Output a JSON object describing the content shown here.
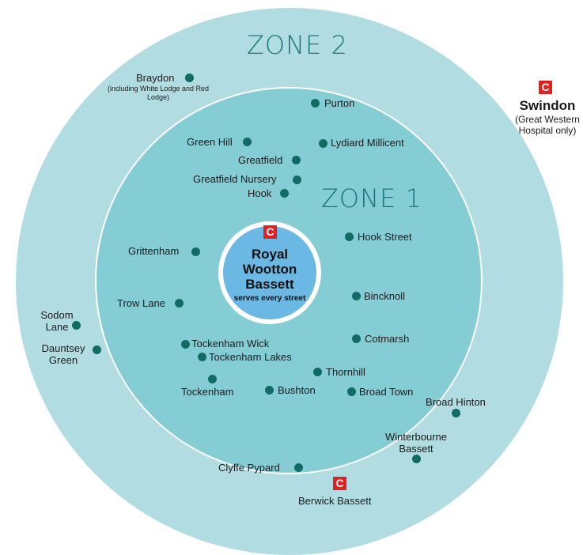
{
  "zones": {
    "zone2": "ZONE 2",
    "zone1": "ZONE 1"
  },
  "center": {
    "badge": "C",
    "name": "Royal Wootton Bassett",
    "note": "serves every street"
  },
  "swindon": {
    "badge": "C",
    "name": "Swindon",
    "note": "(Great Western Hospital only)"
  },
  "berwick": {
    "badge": "C",
    "name": "Berwick Bassett"
  },
  "places": {
    "braydon": "Braydon",
    "braydon_note": "(including White Lodge and Red Lodge)",
    "purton": "Purton",
    "green_hill": "Green Hill",
    "lydiard_millicent": "Lydiard Millicent",
    "greatfield": "Greatfield",
    "greatfield_nursery": "Greatfield Nursery",
    "hook": "Hook",
    "hook_street": "Hook Street",
    "grittenham": "Grittenham",
    "bincknoll": "Bincknoll",
    "trow_lane": "Trow Lane",
    "sodom_lane": "Sodom Lane",
    "dauntsey_green": "Dauntsey Green",
    "cotmarsh": "Cotmarsh",
    "tockenham_wick": "Tockenham Wick",
    "tockenham_lakes": "Tockenham Lakes",
    "thornhill": "Thornhill",
    "tockenham": "Tockenham",
    "bushton": "Bushton",
    "broad_town": "Broad Town",
    "broad_hinton": "Broad Hinton",
    "winterbourne_bassett": "Winterbourne Bassett",
    "clyffe_pypard": "Clyffe Pypard"
  },
  "colors": {
    "zone2": "#b1dde2",
    "zone1": "#85cdd5",
    "center": "#6ab8e3",
    "dot": "#0f6b64",
    "badge": "#e2201f",
    "zone_title": "#16787a"
  }
}
